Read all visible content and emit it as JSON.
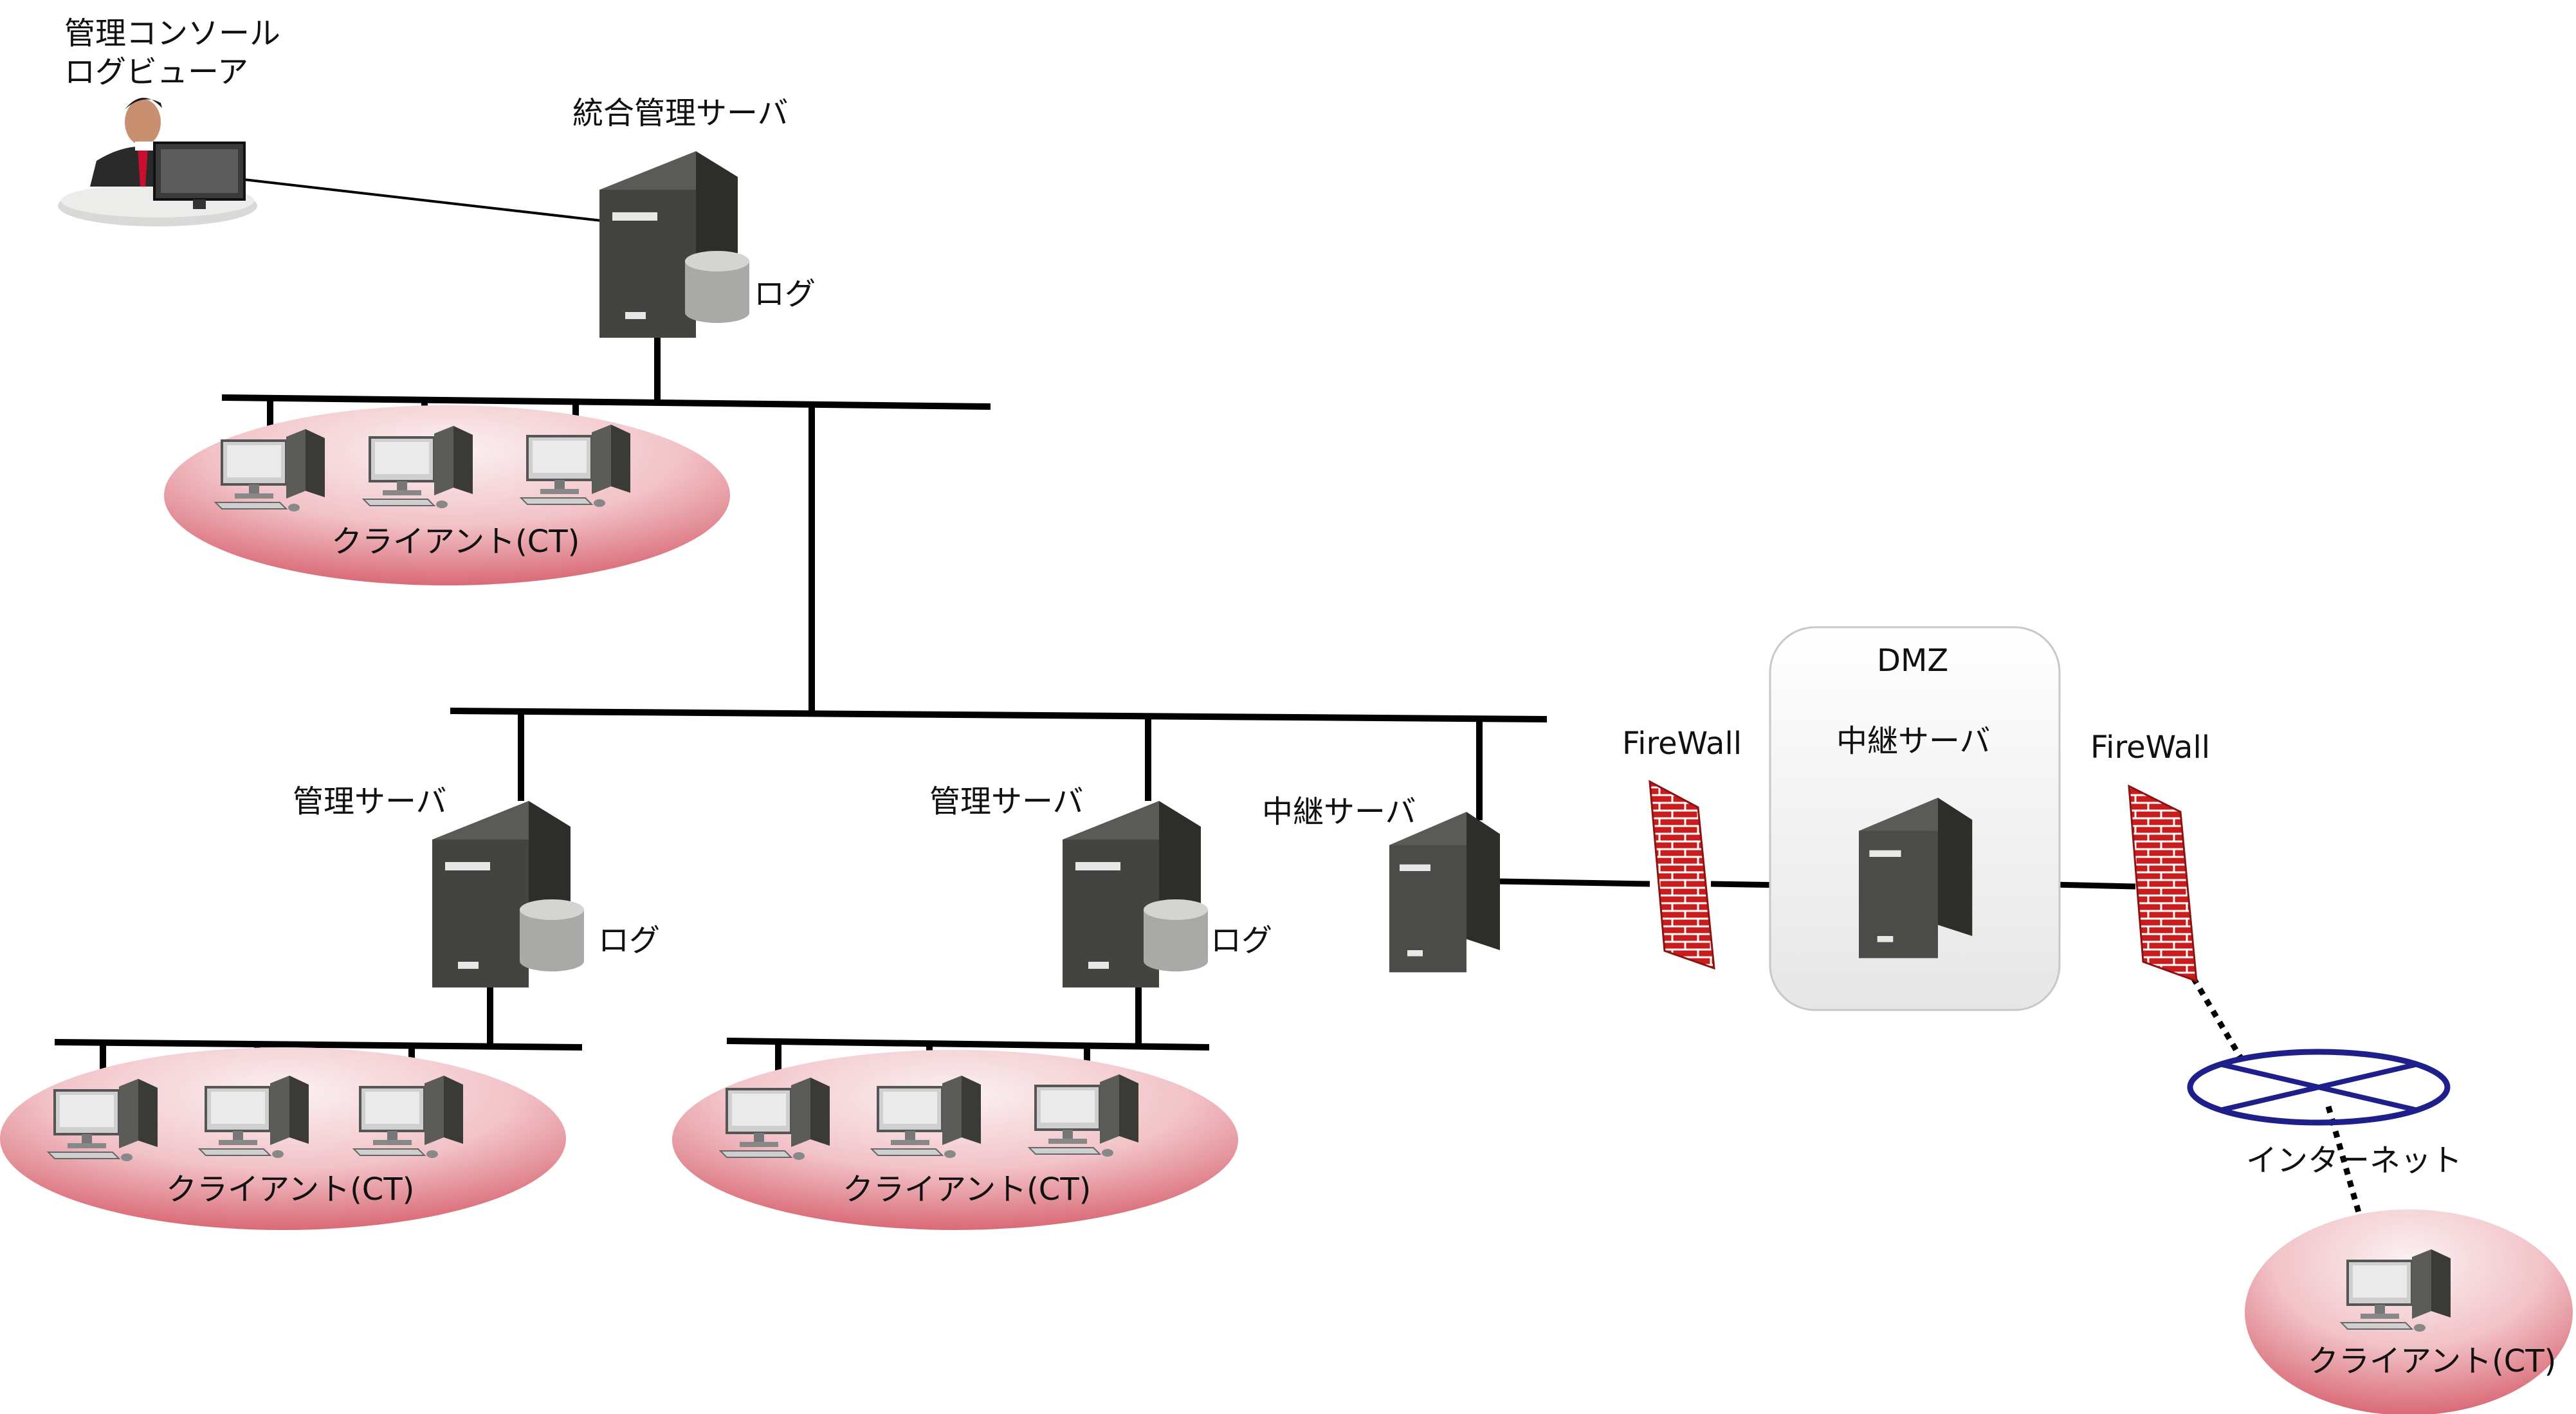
{
  "labels": {
    "console_line1": "管理コンソール",
    "console_line2": "ログビューア",
    "integrated_server": "統合管理サーバ",
    "log_top": "ログ",
    "mgmt_server_1": "管理サーバ",
    "log_1": "ログ",
    "mgmt_server_2": "管理サーバ",
    "log_2": "ログ",
    "relay_server": "中継サーバ",
    "firewall_left": "FireWall",
    "dmz": "DMZ",
    "dmz_relay_server": "中継サーバ",
    "firewall_right": "FireWall",
    "internet": "インターネット",
    "client_group_top": "クライアント(CT)",
    "client_group_left": "クライアント(CT)",
    "client_group_mid": "クライアント(CT)",
    "client_group_remote": "クライアント(CT)"
  },
  "colors": {
    "network_line": "#000000",
    "server_body": "#4b4b48",
    "server_side": "#2f2f2c",
    "disk": "#b9b9b7",
    "client_zone_top": "#f7e4e6",
    "client_zone_edge": "#d86c78",
    "firewall": "#cc1f1f",
    "dmz_box": "#f0f0f0",
    "internet_ring": "#1f1f8c"
  },
  "icons": {
    "server": "server-tower-icon",
    "disk": "log-disk-icon",
    "client": "desktop-pc-icon",
    "firewall": "brick-firewall-icon",
    "operator": "operator-person-icon",
    "internet": "internet-cloud-icon"
  }
}
